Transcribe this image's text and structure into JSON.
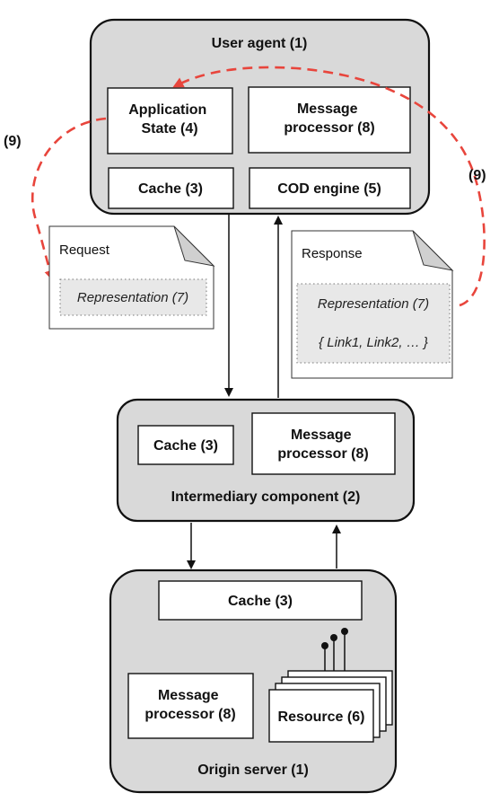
{
  "user_agent": {
    "title": "User agent (1)",
    "application_state": [
      "Application",
      "State (4)"
    ],
    "message_processor": [
      "Message",
      "processor (8)"
    ],
    "cache": "Cache (3)",
    "cod_engine": "COD engine (5)"
  },
  "feedback_labels": {
    "left": "(9)",
    "right": "(9)"
  },
  "request": {
    "title": "Request",
    "representation": "Representation (7)"
  },
  "response": {
    "title": "Response",
    "representation": "Representation (7)",
    "links": "{ Link1, Link2, … }"
  },
  "intermediary": {
    "title": "Intermediary component (2)",
    "cache": "Cache (3)",
    "message_processor": [
      "Message",
      "processor (8)"
    ]
  },
  "origin_server": {
    "title": "Origin server (1)",
    "cache": "Cache (3)",
    "message_processor": [
      "Message",
      "processor (8)"
    ],
    "resource": "Resource (6)"
  },
  "colors": {
    "feedback_arrow": "#e8453c",
    "component_fill": "#d9d9d9"
  }
}
